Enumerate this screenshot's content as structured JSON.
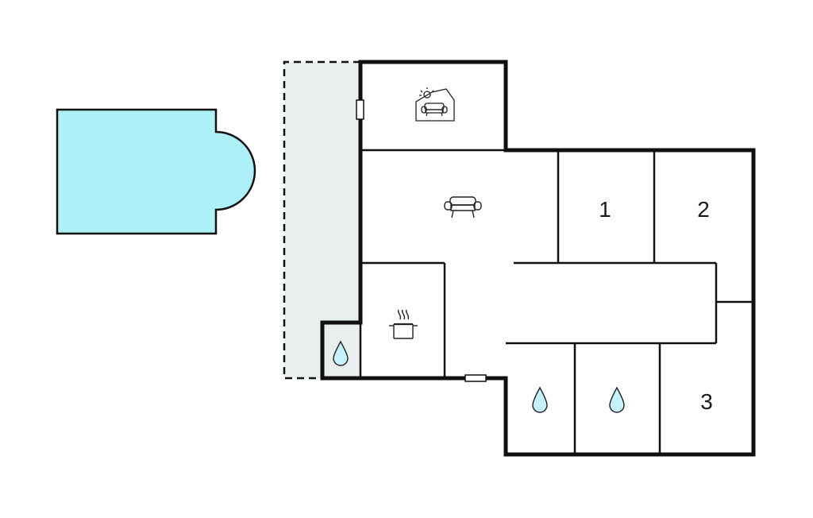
{
  "floorplan": {
    "colors": {
      "pool": "#aef0f8",
      "terrace": "#e9eeee",
      "wall": "#111111",
      "water_drop": "#c6f2fb",
      "background": "#ffffff"
    },
    "rooms": {
      "bedroom_1": {
        "label": "1"
      },
      "bedroom_2": {
        "label": "2"
      },
      "bedroom_3": {
        "label": "3"
      }
    },
    "icons": [
      "sunroom-sofa-icon",
      "sofa-icon",
      "cooking-pot-icon",
      "water-drop-icon",
      "water-drop-icon",
      "water-drop-icon"
    ]
  }
}
